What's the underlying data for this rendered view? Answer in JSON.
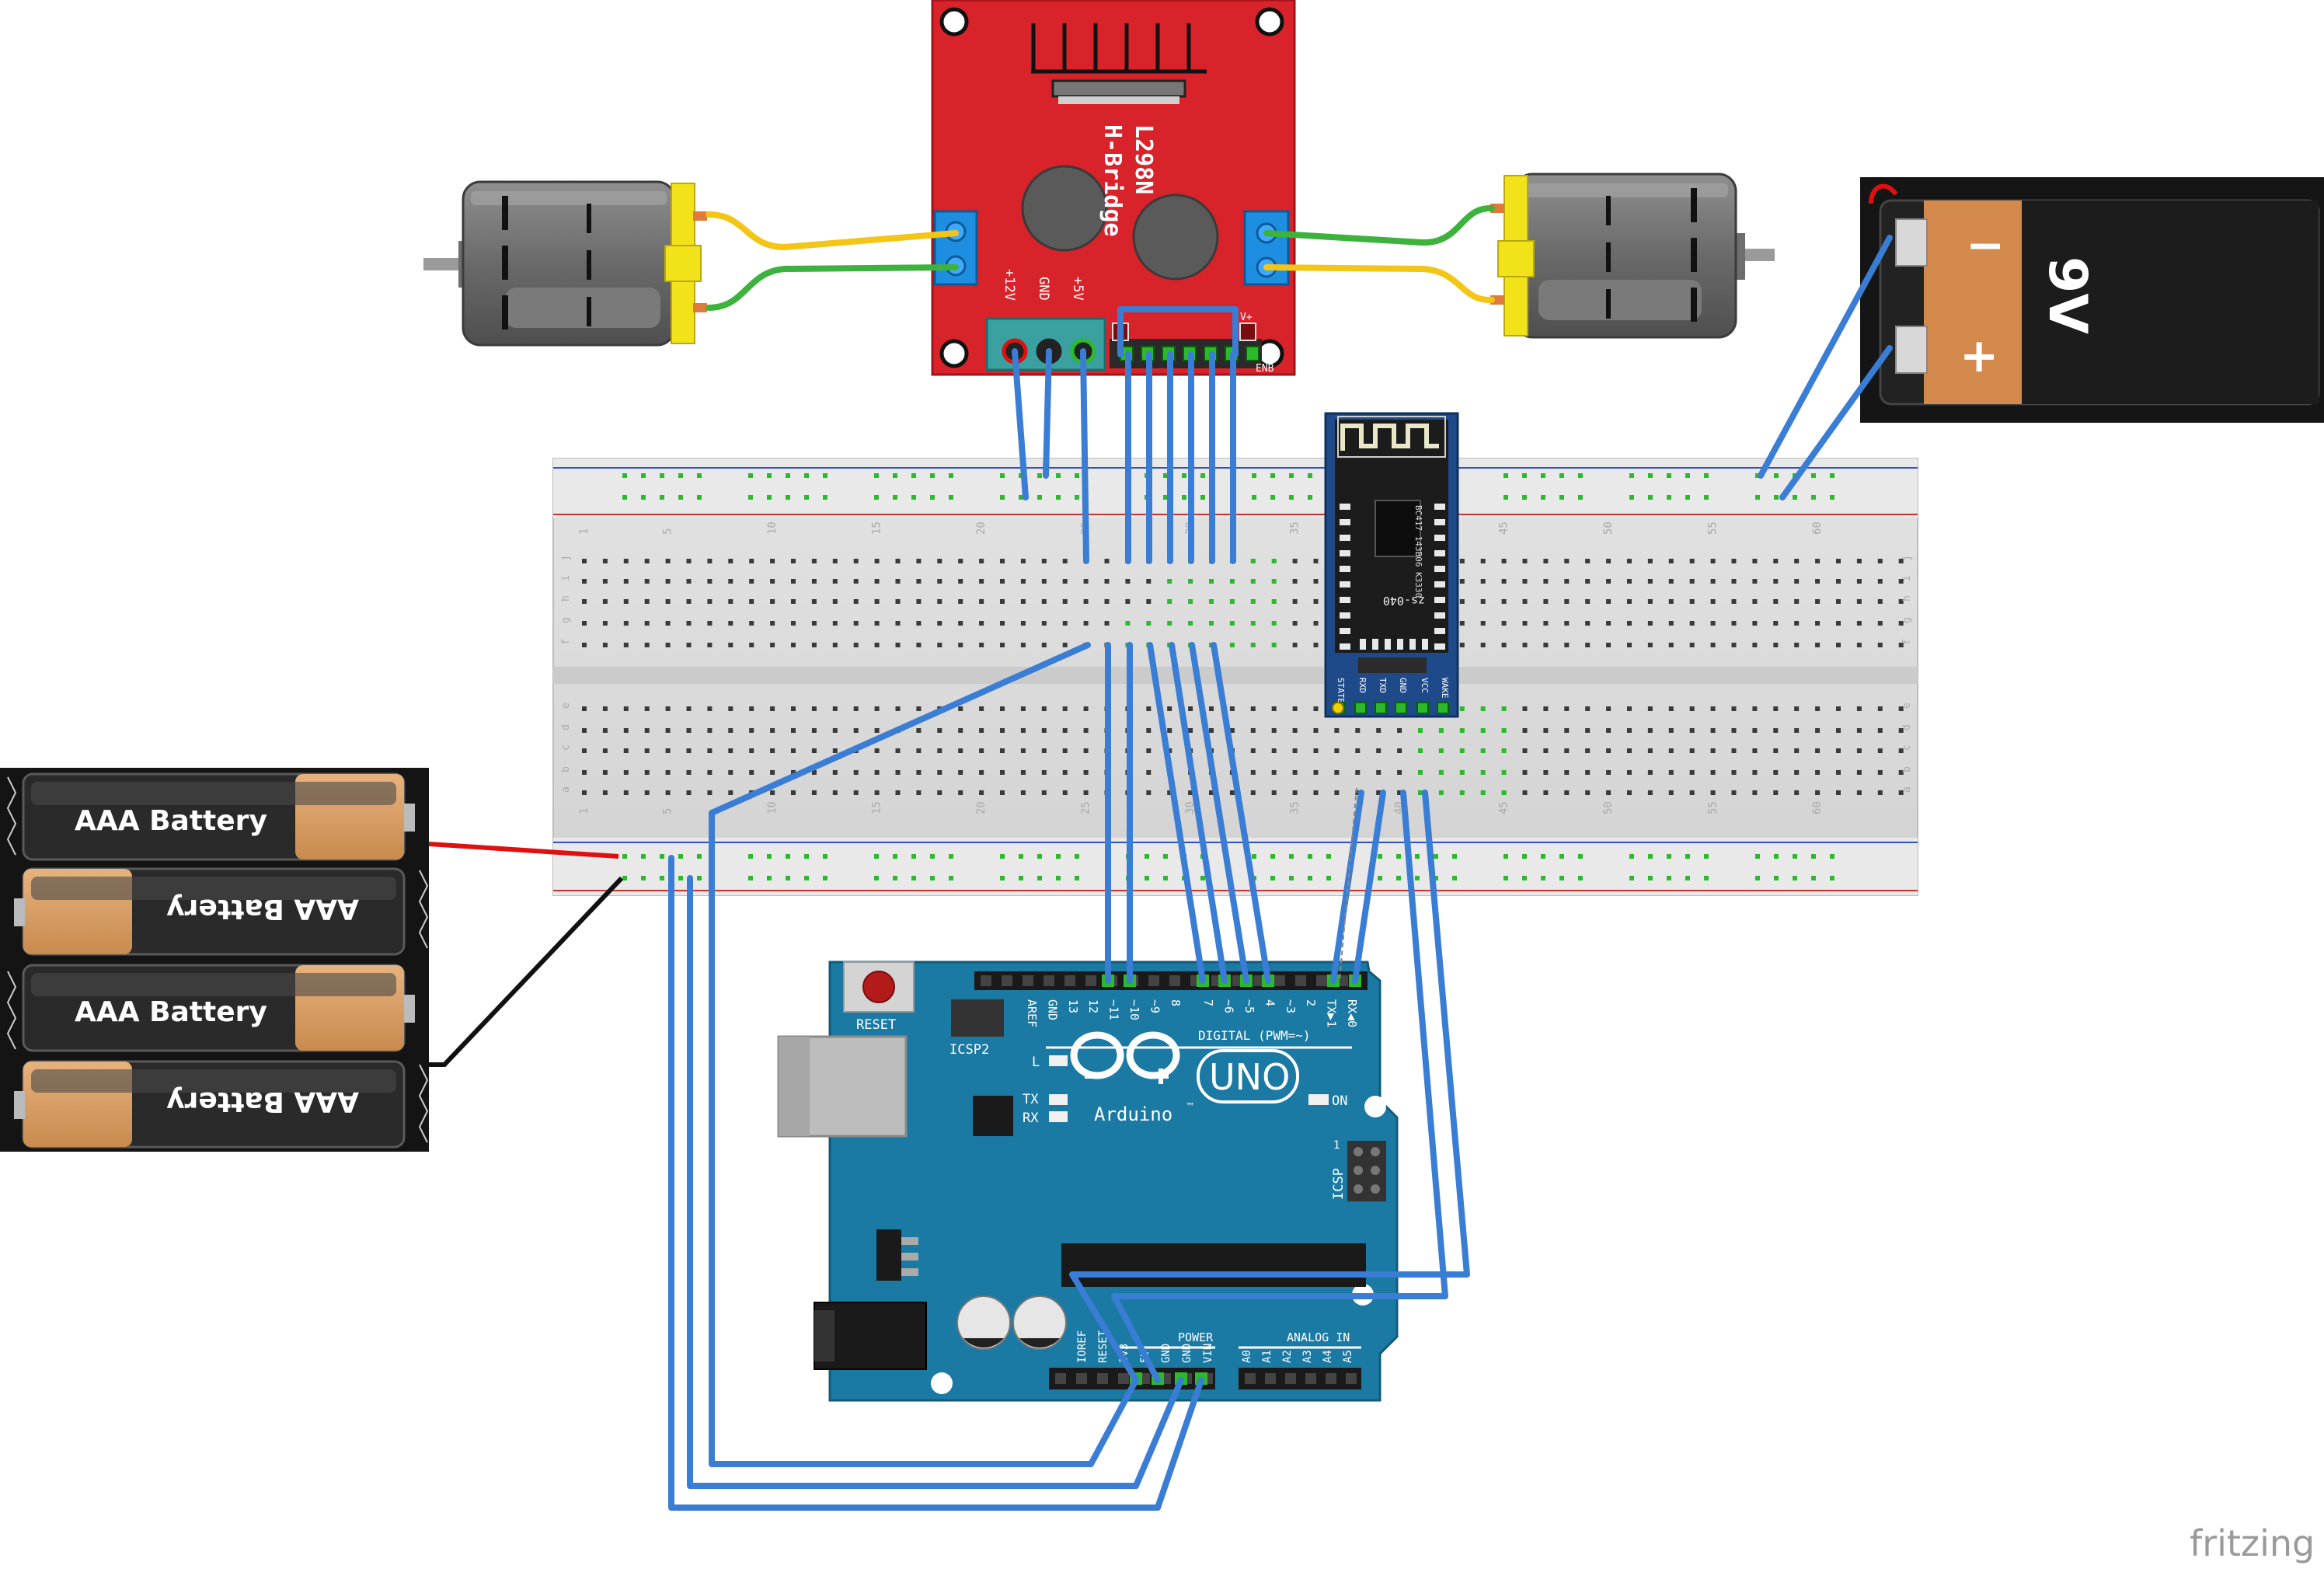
{
  "hbridge": {
    "title_line1": "L298N",
    "title_line2": "H-Bridge",
    "pin_12v": "+12V",
    "pin_gnd": "GND",
    "pin_5v": "+5V",
    "pin_v": "V+",
    "pin_enb": "ENB"
  },
  "battery_9v": {
    "minus": "−",
    "plus": "+",
    "label": "9V"
  },
  "aaa_pack": {
    "cells": [
      "AAA Battery",
      "AAA Battery",
      "AAA Battery",
      "AAA Battery"
    ]
  },
  "bluetooth": {
    "chip_text": "BC417 143B06 K3330",
    "module_text": "zs-040",
    "pins": [
      "STATE",
      "RXD",
      "TXD",
      "GND",
      "VCC",
      "WAKE"
    ]
  },
  "breadboard": {
    "column_numbers": [
      "1",
      "5",
      "10",
      "15",
      "20",
      "25",
      "30",
      "35",
      "40",
      "45",
      "50",
      "55",
      "60"
    ],
    "row_letters_top": [
      "j",
      "i",
      "h",
      "g",
      "f"
    ],
    "row_letters_bottom": [
      "e",
      "d",
      "c",
      "b",
      "a"
    ]
  },
  "arduino": {
    "reset": "RESET",
    "icsp2": "ICSP2",
    "brand": "Arduino",
    "tm": "™",
    "model": "UNO",
    "led_l": "L",
    "led_tx": "TX",
    "led_rx": "RX",
    "on": "ON",
    "icsp": "ICSP",
    "icsp_pin1": "1",
    "digital_label": "DIGITAL (PWM=~)",
    "power_label": "POWER",
    "analog_label": "ANALOG IN",
    "digital_pins": [
      "AREF",
      "GND",
      "13",
      "12",
      "~11",
      "~10",
      "~9",
      "8",
      "7",
      "~6",
      "~5",
      "4",
      "~3",
      "2",
      "TX▶1",
      "RX◀0"
    ],
    "power_pins": [
      "IOREF",
      "RESET",
      "3V3",
      "5V",
      "GND",
      "GND",
      "VIN"
    ],
    "analog_pins": [
      "A0",
      "A1",
      "A2",
      "A3",
      "A4",
      "A5"
    ]
  },
  "watermark": "fritzing",
  "colors": {
    "wire_blue": "#3a7dd4",
    "wire_red": "#e01010",
    "wire_black": "#111111",
    "wire_yellow": "#f3c517",
    "wire_green": "#3db23d",
    "board_red": "#d8232a",
    "arduino_teal": "#1b7aa4",
    "terminal_blue": "#1e8fe0"
  }
}
